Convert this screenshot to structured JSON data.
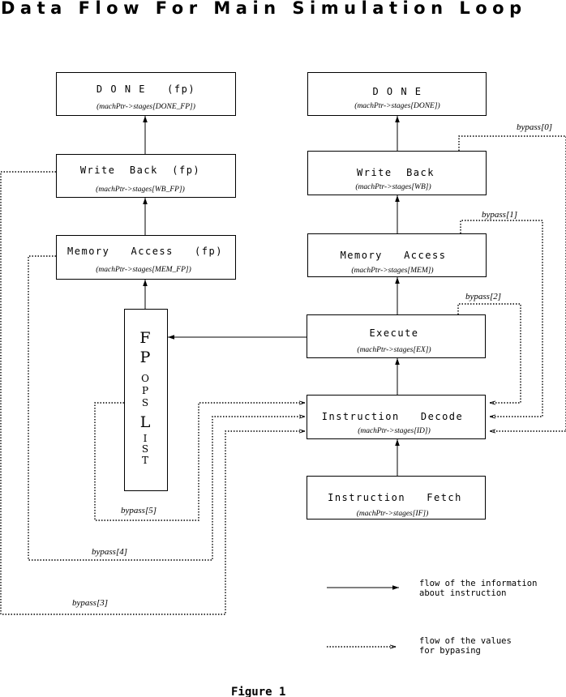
{
  "title": "Data Flow For Main Simulation Loop",
  "stages": {
    "done_fp": {
      "label": "D O N E   (fp)",
      "sub": "(machPtr->stages[DONE_FP])"
    },
    "wb_fp": {
      "label": "Write  Back  (fp)",
      "sub": "(machPtr->stages[WB_FP])"
    },
    "mem_fp": {
      "label": "Memory   Access   (fp)",
      "sub": "(machPtr->stages[MEM_FP])"
    },
    "done": {
      "label": "D O N E",
      "sub": "(machPtr->stages[DONE])"
    },
    "wb": {
      "label": "Write  Back",
      "sub": "(machPtr->stages[WB])"
    },
    "mem": {
      "label": "Memory   Access",
      "sub": "(machPtr->stages[MEM])"
    },
    "ex": {
      "label": "Execute",
      "sub": "(machPtr->stages[EX])"
    },
    "id": {
      "label": "Instruction   Decode",
      "sub": "(machPtr->stages[ID])"
    },
    "if": {
      "label": "Instruction   Fetch",
      "sub": "(machPtr->stages[IF])"
    }
  },
  "fp_ops_list": {
    "letters": [
      "F",
      "P",
      "O",
      "P",
      "S",
      "L",
      "I",
      "S",
      "T"
    ]
  },
  "bypass_labels": [
    "bypass[0]",
    "bypass[1]",
    "bypass[2]",
    "bypass[3]",
    "bypass[4]",
    "bypass[5]"
  ],
  "legend": {
    "solid_line_1": "flow of the information",
    "solid_line_2": "about instruction",
    "dotted_line_1": "flow of the values",
    "dotted_line_2": "for bypasing"
  },
  "caption": "Figure 1"
}
